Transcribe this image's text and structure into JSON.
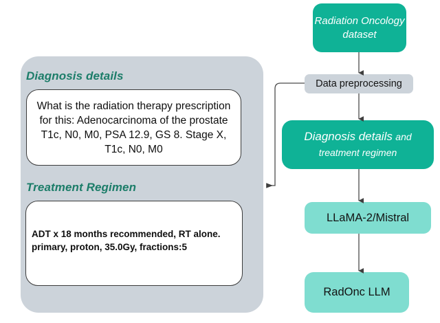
{
  "left_panel": {
    "diagnosis_heading": "Diagnosis details",
    "diagnosis_text": "What is the radiation therapy prescription for this: Adenocarcinoma of the prostate T1c, N0, M0, PSA 12.9, GS 8. Stage X, T1c, N0, M0",
    "treatment_heading": "Treatment Regimen",
    "treatment_text": "ADT x 18 months recommended, RT alone. primary, proton, 35.0Gy, fractions:5"
  },
  "flow": {
    "dataset": "Radiation Oncology dataset",
    "preprocessing": "Data preprocessing",
    "details_regimen_emphasis": "Diagnosis details",
    "details_regimen_rest": "and treatment regimen",
    "llama": "LLaMA-2/Mistral",
    "radonc": "RadOnc LLM"
  },
  "colors": {
    "panel_gray": "#ccd3da",
    "teal_dark": "#0fb296",
    "teal_light": "#7fddd0",
    "heading_teal": "#1c7d69",
    "arrow": "#4a4a4a",
    "text_dark": "#0e0e0e"
  }
}
